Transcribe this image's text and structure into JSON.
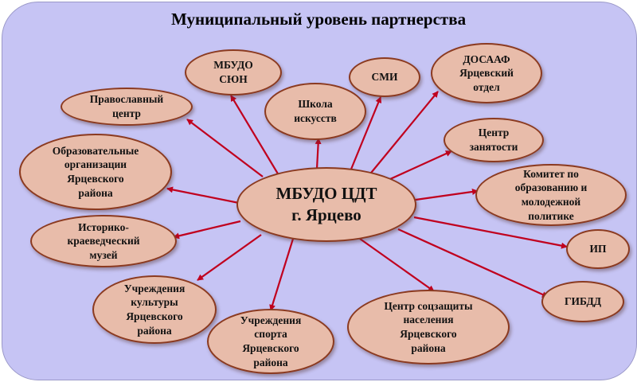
{
  "title": "Муниципальный уровень партнерства",
  "colors": {
    "panel": "#c6c4f4",
    "node_fill": "#e8bcaa",
    "node_border": "#8b3a20",
    "arrow": "#c0001e"
  },
  "center": "МБУДО ЦДТ\nг. Ярцево",
  "partners": {
    "sun": "МБУДО\nСЮН",
    "art_school": "Школа\nискусств",
    "smi": "СМИ",
    "dosaaf": "ДОСААФ\nЯрцевский\nотдел",
    "orthodox": "Православный\nцентр",
    "employment": "Центр\nзанятости",
    "edu_orgs": "Образовательные\nорганизации\nЯрцевского\nрайона",
    "committee": "Комитет по\nобразованию и\nмолодежной\nполитике",
    "museum": "Историко-\nкраеведческий\nмузей",
    "ip": "ИП",
    "culture": "Учреждения\nкультуры\nЯрцевского\nрайона",
    "gibdd": "ГИБДД",
    "sport": "Учреждения\nспорта\nЯрцевского\nрайона",
    "social": "Центр соцзащиты\nнаселения\nЯрцевского\nрайона"
  }
}
